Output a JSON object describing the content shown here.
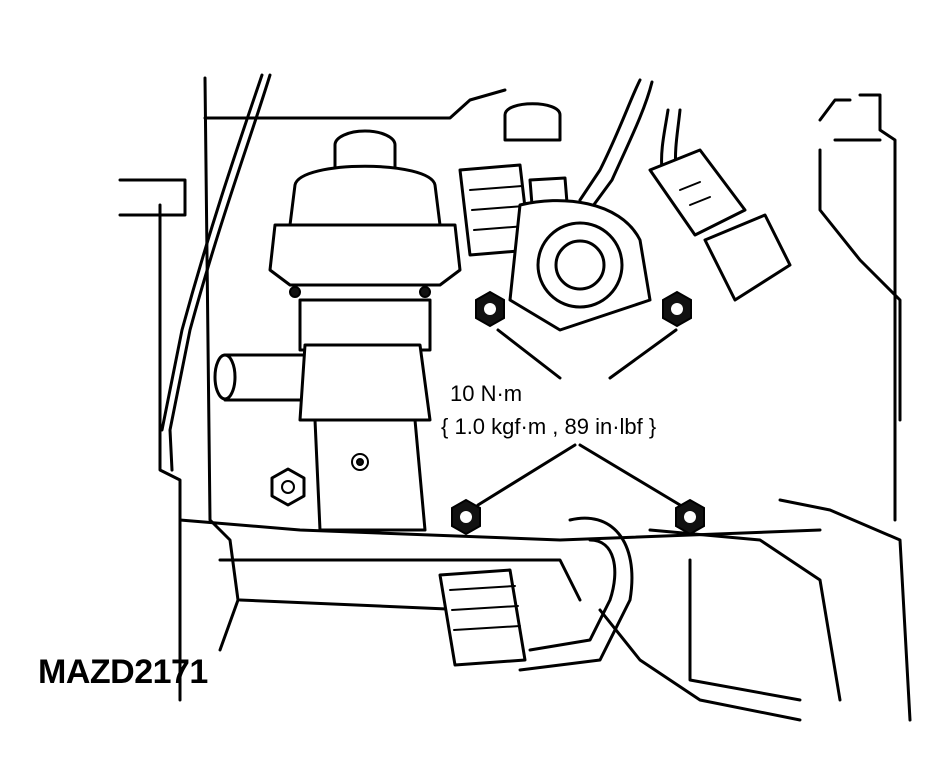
{
  "torque_spec": {
    "primary": "10 N·m",
    "secondary": "{ 1.0 kgf·m , 89 in·lbf }"
  },
  "figure_code": "MAZD2171",
  "colors": {
    "ink": "#000000",
    "paper": "#ffffff"
  }
}
